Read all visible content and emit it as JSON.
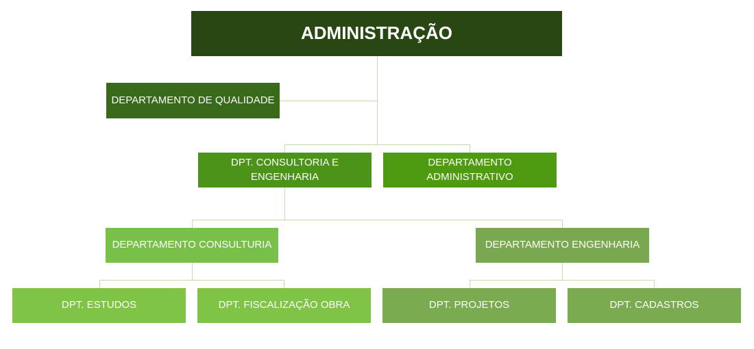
{
  "org_chart": {
    "root": {
      "label": "ADMINISTRAÇÃO",
      "color": "#284713"
    },
    "staff": {
      "label": "DEPARTAMENTO DE QUALIDADE",
      "color": "#386a1a"
    },
    "level1": [
      {
        "label_line1": "DPT. CONSULTORIA E",
        "label_line2": "ENGENHARIA",
        "color": "#4b9419"
      },
      {
        "label_line1": "DEPARTAMENTO",
        "label_line2": "ADMINISTRATIVO",
        "color": "#4e9b12"
      }
    ],
    "level2": [
      {
        "label": "DEPARTAMENTO CONSULTURIA",
        "color": "#79c04b"
      },
      {
        "label": "DEPARTAMENTO ENGENHARIA",
        "color": "#79a851"
      }
    ],
    "level3": [
      {
        "label": "DPT. ESTUDOS",
        "color": "#7fc347"
      },
      {
        "label": "DPT. FISCALIZAÇÃO OBRA",
        "color": "#7fc347"
      },
      {
        "label": "DPT. PROJETOS",
        "color": "#7aab50"
      },
      {
        "label": "DPT. CADASTROS",
        "color": "#7aab50"
      }
    ],
    "connector_color": "#c5dcb0"
  }
}
